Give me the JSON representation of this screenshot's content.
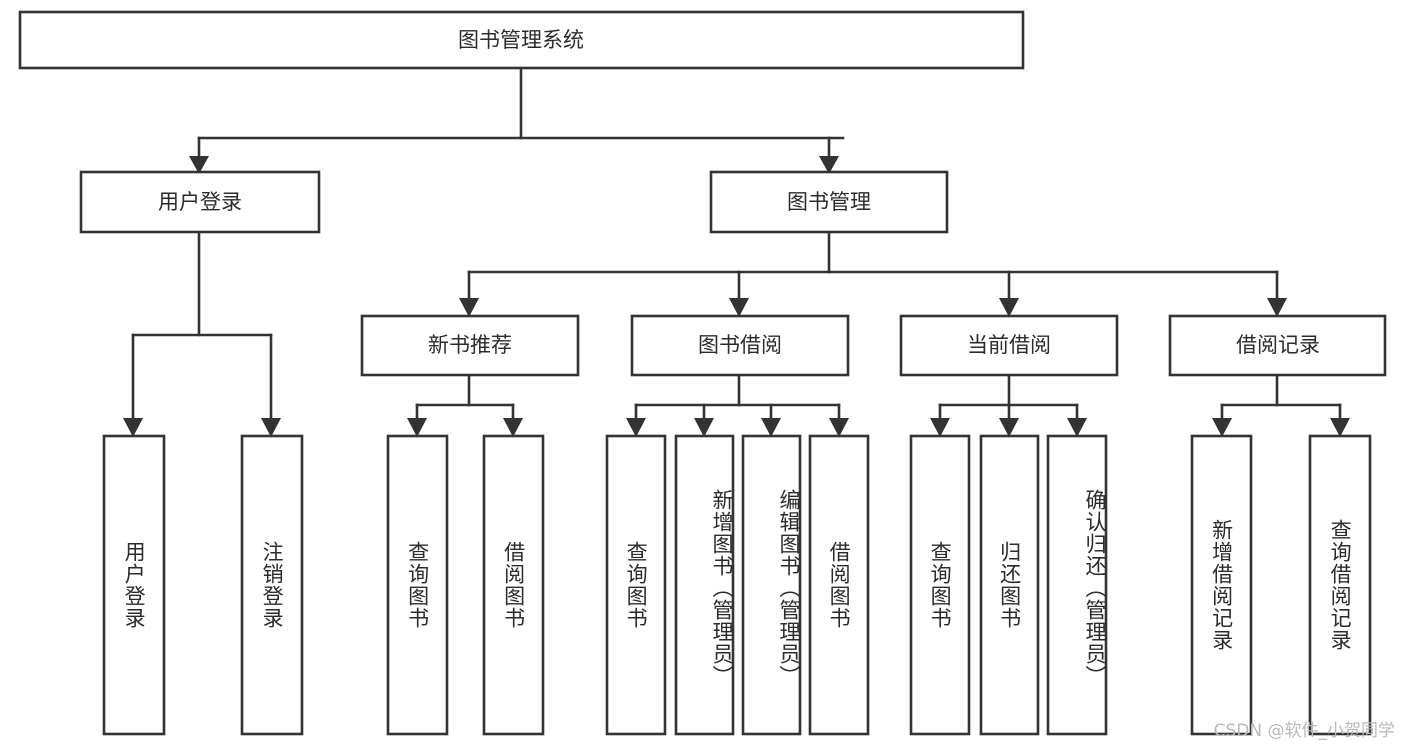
{
  "diagram": {
    "title": "图书管理系统",
    "type": "tree",
    "root": {
      "id": "root",
      "label": "图书管理系统"
    },
    "level2": [
      {
        "id": "user-login",
        "label": "用户登录"
      },
      {
        "id": "book-manage",
        "label": "图书管理"
      }
    ],
    "level3": [
      {
        "id": "new-book-recommend",
        "label": "新书推荐",
        "parent": "book-manage"
      },
      {
        "id": "book-borrow",
        "label": "图书借阅",
        "parent": "book-manage"
      },
      {
        "id": "current-borrow",
        "label": "当前借阅",
        "parent": "book-manage"
      },
      {
        "id": "borrow-record",
        "label": "借阅记录",
        "parent": "book-manage"
      }
    ],
    "leaves": [
      {
        "id": "leaf-user-login",
        "label": "用户登录",
        "parent": "user-login"
      },
      {
        "id": "leaf-logout-login",
        "label": "注销登录",
        "parent": "user-login"
      },
      {
        "id": "leaf-query-book-1",
        "label": "查询图书",
        "parent": "new-book-recommend"
      },
      {
        "id": "leaf-borrow-book-1",
        "label": "借阅图书",
        "parent": "new-book-recommend"
      },
      {
        "id": "leaf-query-book-2",
        "label": "查询图书",
        "parent": "book-borrow"
      },
      {
        "id": "leaf-add-book",
        "label": "新增图书（管理员）",
        "parent": "book-borrow"
      },
      {
        "id": "leaf-edit-book",
        "label": "编辑图书（管理员）",
        "parent": "book-borrow"
      },
      {
        "id": "leaf-borrow-book-2",
        "label": "借阅图书",
        "parent": "book-borrow"
      },
      {
        "id": "leaf-query-book-3",
        "label": "查询图书",
        "parent": "current-borrow"
      },
      {
        "id": "leaf-return-book",
        "label": "归还图书",
        "parent": "current-borrow"
      },
      {
        "id": "leaf-confirm-return",
        "label": "确认归还（管理员）",
        "parent": "current-borrow"
      },
      {
        "id": "leaf-add-record",
        "label": "新增借阅记录",
        "parent": "borrow-record"
      },
      {
        "id": "leaf-query-record",
        "label": "查询借阅记录",
        "parent": "borrow-record"
      }
    ],
    "colors": {
      "stroke": "#333333",
      "fill": "#ffffff",
      "text": "#2b2b2b",
      "watermark": "#b9b9b9"
    }
  },
  "watermark": {
    "text": "CSDN @软件_小贺同学"
  }
}
